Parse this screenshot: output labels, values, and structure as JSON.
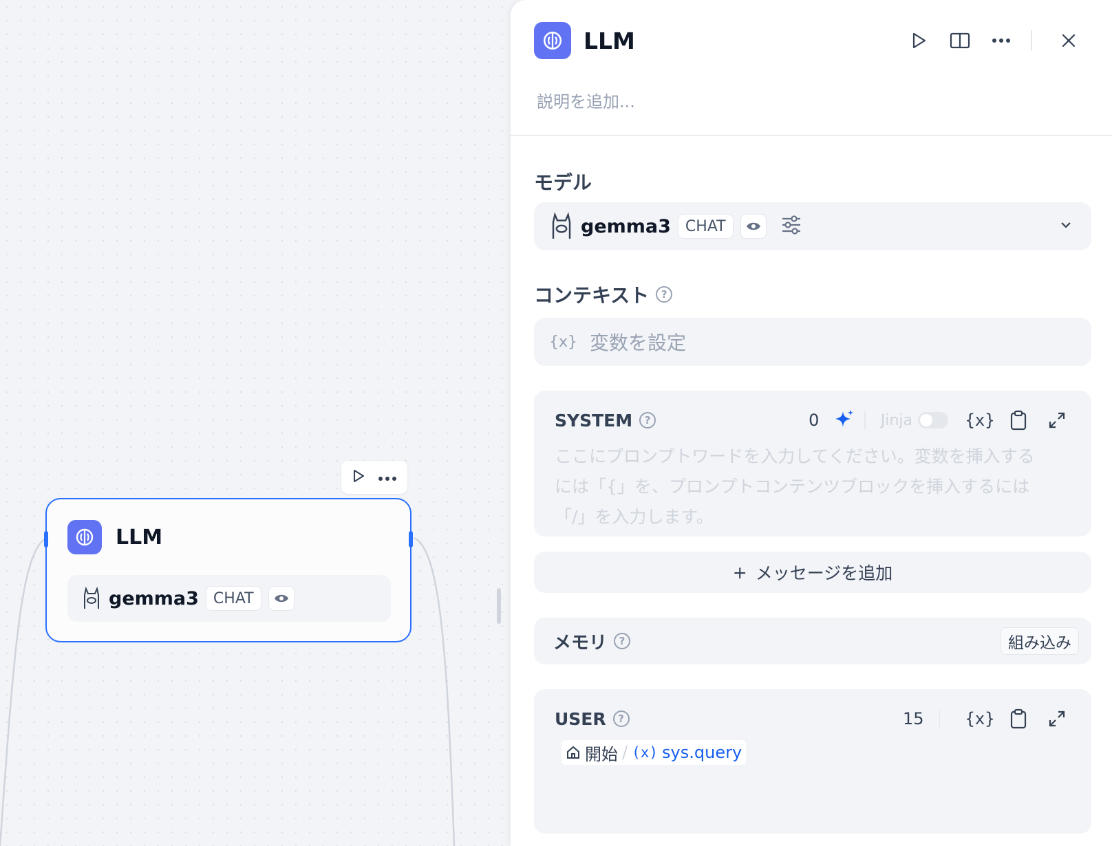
{
  "canvas": {
    "node": {
      "title": "LLM",
      "model_name": "gemma3",
      "model_mode": "CHAT"
    }
  },
  "panel": {
    "title": "LLM",
    "description_placeholder": "説明を追加...",
    "model_section": {
      "label": "モデル",
      "model_name": "gemma3",
      "model_mode": "CHAT"
    },
    "context_section": {
      "label": "コンテキスト",
      "var_icon": "{x}",
      "placeholder": "変数を設定"
    },
    "system_prompt": {
      "role": "SYSTEM",
      "count": "0",
      "jinja_label": "Jinja",
      "placeholder": "ここにプロンプトワードを入力してください。変数を挿入するには「{」を、プロンプトコンテンツブロックを挿入するには「/」を入力します。"
    },
    "add_message": {
      "plus": "+",
      "label": "メッセージを追加"
    },
    "memory": {
      "label": "メモリ",
      "builtin_label": "組み込み"
    },
    "user_prompt": {
      "role": "USER",
      "count": "15",
      "var_chip": {
        "node": "開始",
        "separator": "/",
        "var_icon": "(x)",
        "variable": "sys.query"
      }
    }
  },
  "colors": {
    "accent": "#2970ff",
    "llm_icon_bg": "#6172f3",
    "variable_blue": "#155eef",
    "panel_bg": "#ffffff",
    "field_bg": "#f2f4f7"
  },
  "icons": [
    "play-icon",
    "panel-icon",
    "more-icon",
    "close-icon",
    "eye-icon",
    "settings-sliders-icon",
    "chevron-down-icon",
    "help-icon",
    "sparkle-icon",
    "variable-icon",
    "clipboard-icon",
    "expand-icon",
    "home-icon",
    "llm-brain-icon"
  ]
}
